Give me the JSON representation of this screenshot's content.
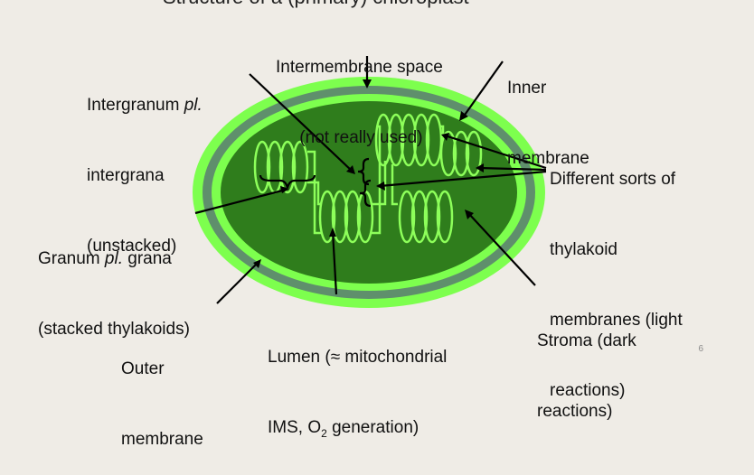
{
  "slide": {
    "title_partial": "Structure of a (primary) chloroplast",
    "page_number": "6"
  },
  "labels": {
    "intermembrane_space": [
      "Intermembrane space",
      "(not really used)"
    ],
    "inner_membrane": [
      "Inner",
      "membrane"
    ],
    "intergranum": [
      "Intergranum ",
      "pl.",
      "intergrana",
      "(unstacked)"
    ],
    "thylakoid_sorts": [
      "Different sorts of",
      "thylakoid",
      "membranes (light",
      "reactions)"
    ],
    "granum": [
      "Granum ",
      "pl.",
      " grana",
      "(stacked thylakoids)"
    ],
    "stroma": [
      "Stroma (dark",
      "reactions)"
    ],
    "lumen": [
      "Lumen (≈ mitochondrial",
      "IMS, O",
      "2",
      " generation)"
    ],
    "outer_membrane": [
      "Outer",
      "membrane"
    ]
  },
  "colors": {
    "background": "#efece6",
    "outer_membrane": "#7dff4e",
    "intermembrane": "#5f8f6c",
    "inner_membrane": "#7dff4e",
    "stroma": "#2f7d1c",
    "thylakoid": "#8dff5a",
    "pointer": "#000000"
  }
}
